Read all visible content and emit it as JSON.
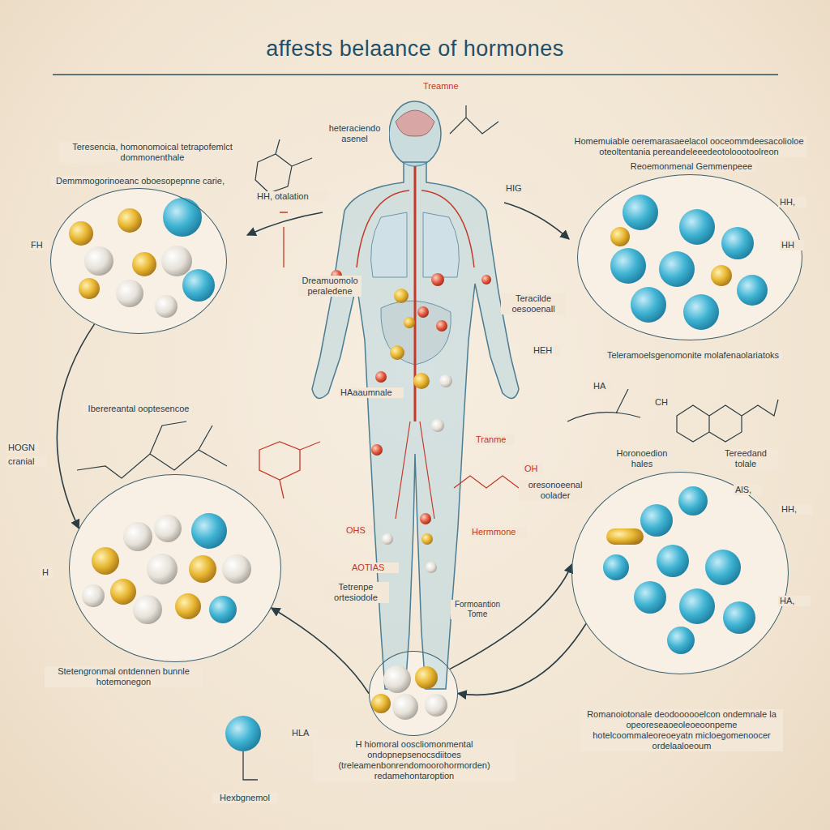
{
  "diagram": {
    "title": "affests belaance of hormones",
    "nodes": [
      {
        "text": [
          "Teresencia, homonomoical tetrapofemlct dommonenthale",
          "Demmmogorinoeanc oboesopepnne carie,"
        ]
      },
      {
        "text": [
          "Homemuiable oeremarasaeelacol ooceommdeesacolioloe oteoltentania pereandeleeedeotoloootoolreon",
          "Reoemonmenal Gemmenpeee"
        ]
      },
      {
        "text": [
          "Iberereantal ooptesencoe"
        ]
      },
      {
        "text": [
          "Romanoiotonale deodoooooelcon ondemnale la opeoreseaoeoleoeoonpeme hotelcoommaleoreoeyatn micloegomenoocer ordelaaloeoum"
        ]
      },
      {
        "text": [
          "H hiomoral ooscliomonmental ondopnepsenocsdiitoes (treleamenbonrendomoorohormorden) redamehontaroption"
        ]
      }
    ],
    "edges": [
      {
        "from": 0,
        "to": 2,
        "arrow": "to"
      },
      {
        "from": 4,
        "to": 2,
        "arrow": "to"
      },
      {
        "from": 3,
        "to": 4,
        "arrow": "to"
      },
      {
        "from": 4,
        "to": 3,
        "arrow": "to"
      }
    ],
    "labels": [
      "Treamne",
      "heteraciendo asenel",
      "HH, otalation",
      "HIG",
      "FH",
      "Dreamuomolo peraledene",
      "Teracilde oesooenall",
      "HEH",
      "Teleramoelsgenomonite molafenaolariatoks",
      "HA",
      "CH",
      "OH",
      "Horonoedion hales",
      "Tereedand tolale",
      "Tranme",
      "oresonoeenal oolader",
      "Hermmone",
      "Formoantion Tome",
      "HAaaumnale",
      "HOGN",
      "cranial",
      "H",
      "OHS",
      "AOTIAS",
      "Tetrenpe ortesiodole",
      "HH,",
      "HA,",
      "AlS,",
      "Stetengronmal ontdennen bunnle hotemonegon",
      "HLA",
      "Hexbgnemol",
      "HH",
      "HH,"
    ]
  }
}
